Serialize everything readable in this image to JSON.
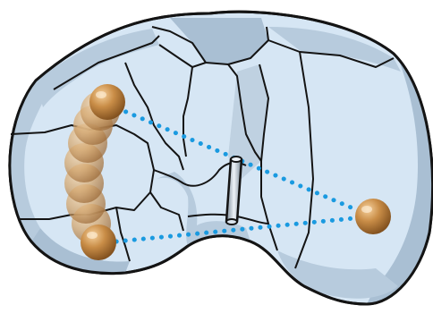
{
  "figure": {
    "kind": "illustration",
    "colors": {
      "surface_fill": "#d6e6f4",
      "surface_shade": "#a9bfd3",
      "surface_shade_dark": "#8fa7bd",
      "outline": "#141414",
      "dotted_path": "#1a9ae0",
      "sphere_base": "#c98d47",
      "sphere_highlight": "#f6d19d",
      "sphere_shadow": "#7d4d1c",
      "rod_fill": "#dce6ef"
    },
    "elements": {
      "shape": "kidney-shaped-surface",
      "regions": "segmented-patches",
      "sphere_cluster_count": 9,
      "sphere_anchor": "single-sphere-right",
      "connectors": [
        "dotted-line-upper",
        "dotted-line-lower"
      ],
      "center_marker": "rod"
    }
  }
}
